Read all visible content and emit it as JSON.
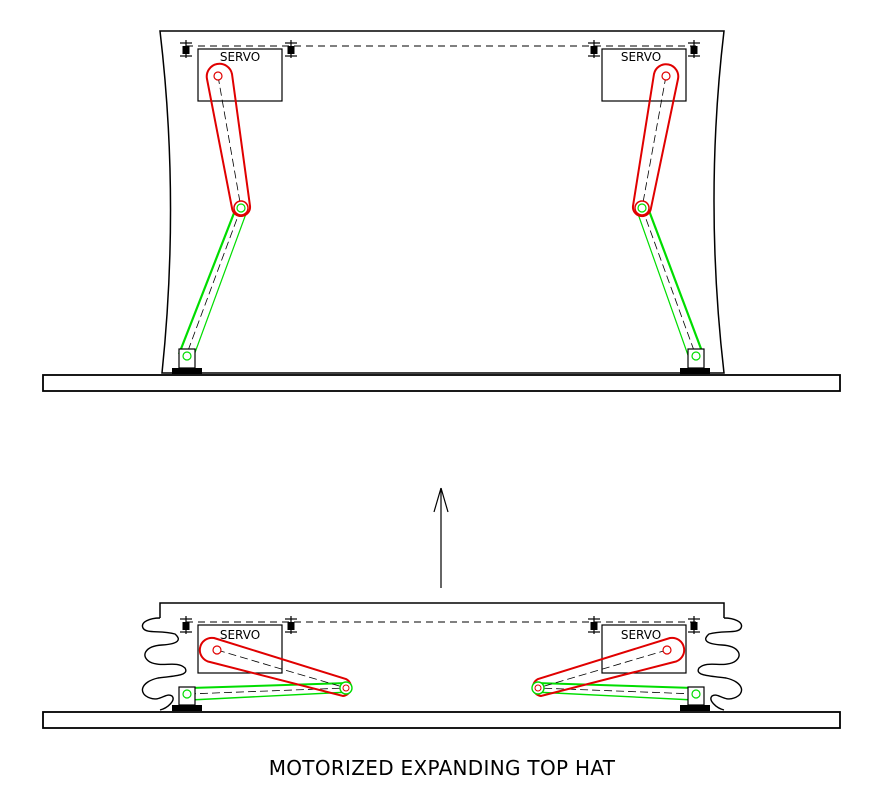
{
  "caption": "MOTORIZED EXPANDING TOP HAT",
  "servo_label": "SERVO",
  "colors": {
    "outline": "#000000",
    "upper_link": "#e00000",
    "lower_link": "#00dd00",
    "background": "#ffffff"
  },
  "states": [
    {
      "name": "expanded"
    },
    {
      "name": "collapsed"
    }
  ]
}
